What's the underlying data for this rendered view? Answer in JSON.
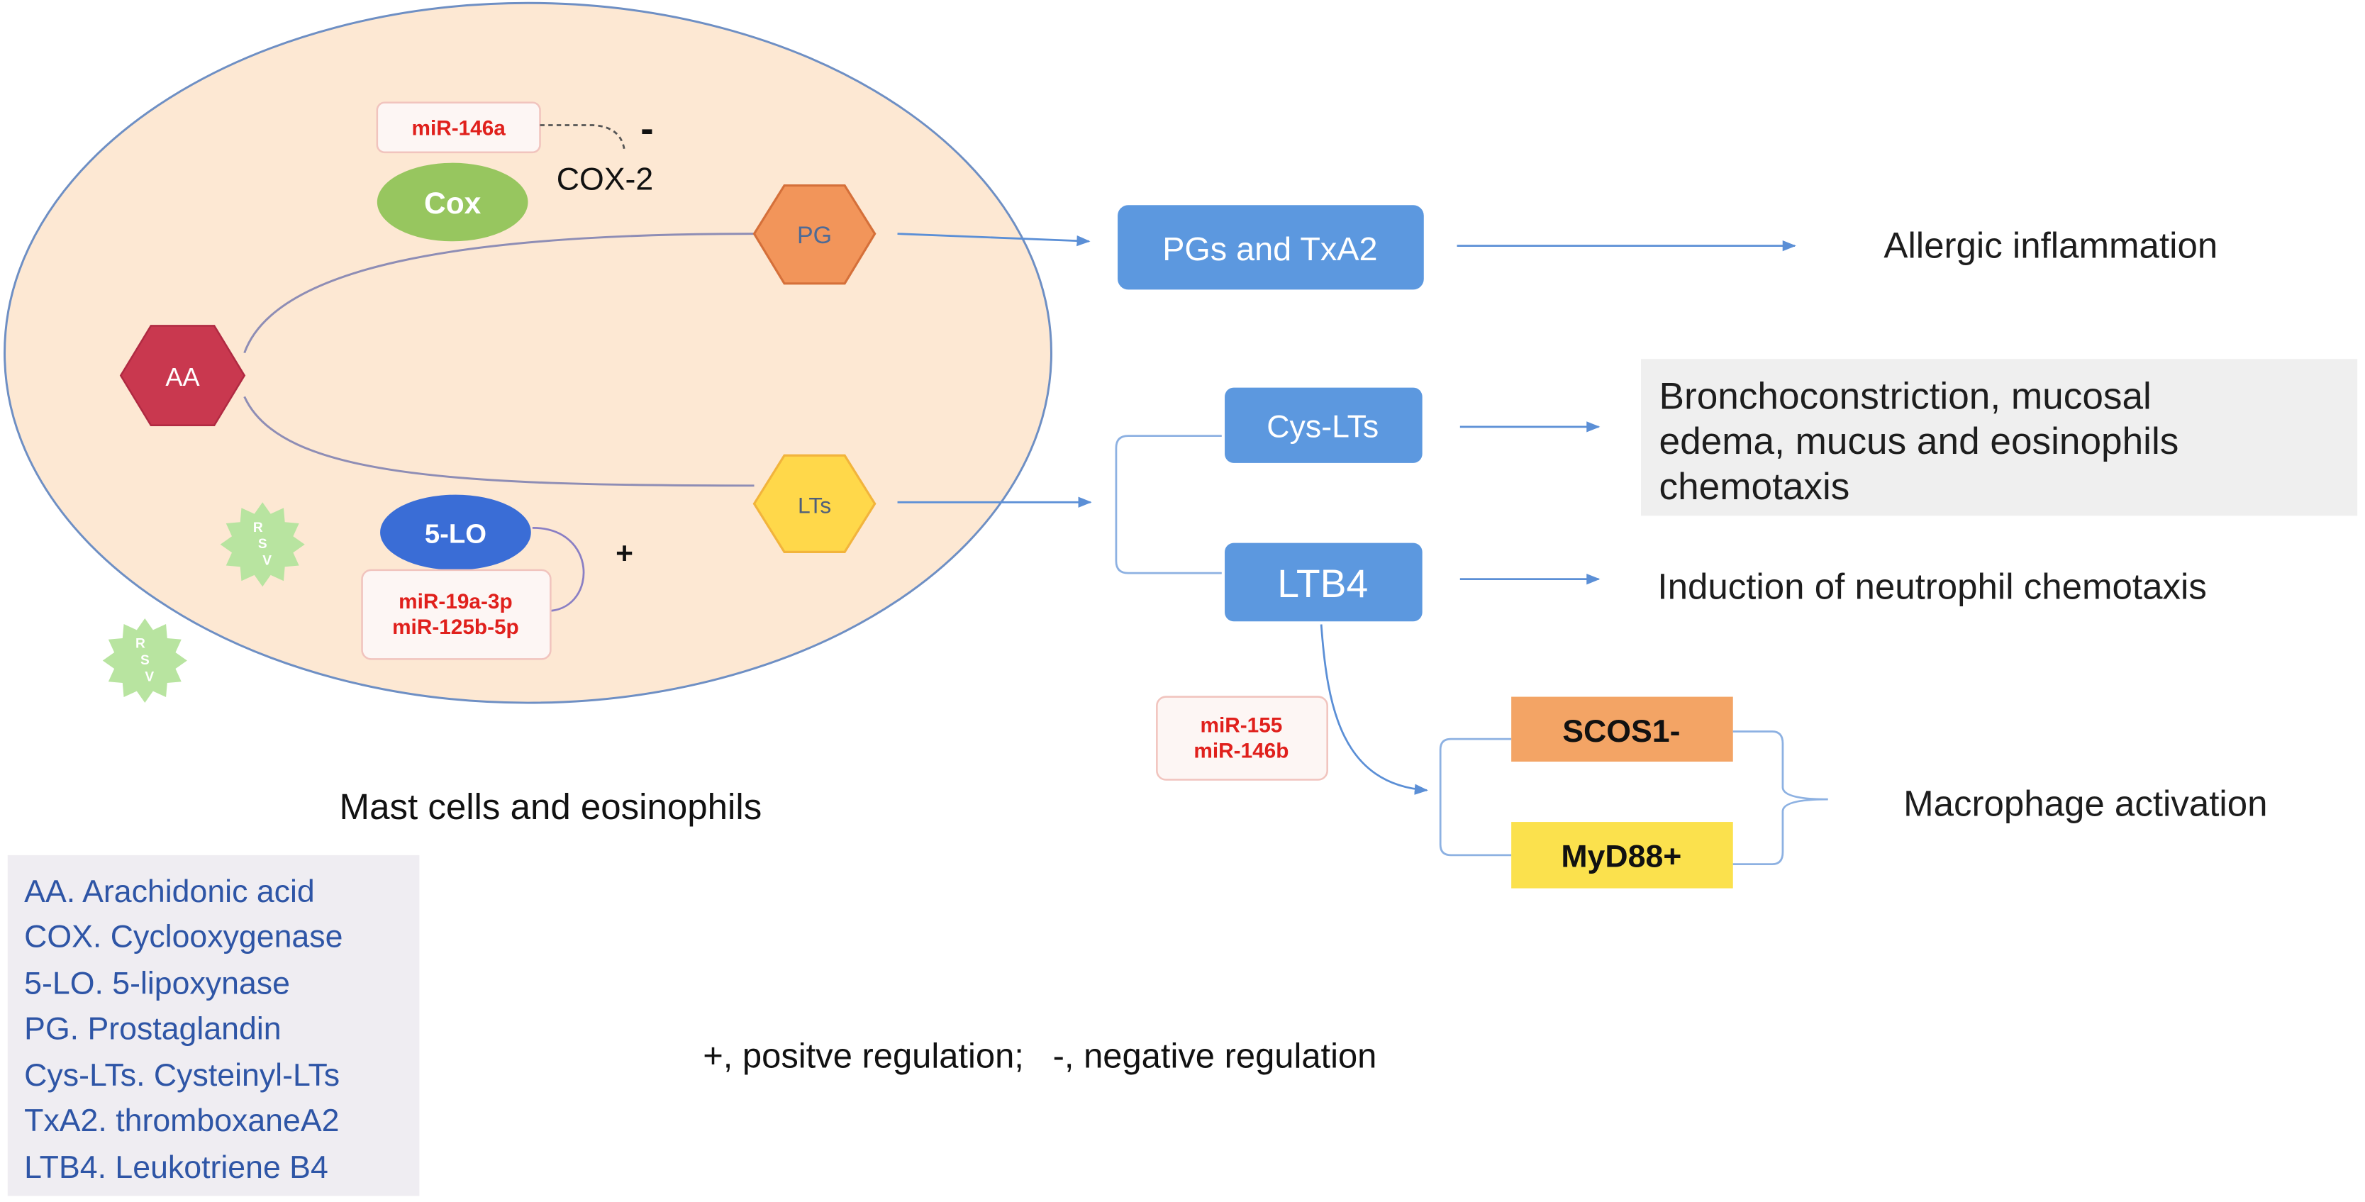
{
  "diagram": {
    "cell_label": "Mast cells and eosinophils",
    "nodes": {
      "aa": "AA",
      "pg": "PG",
      "lts": "LTs",
      "cox": "Cox",
      "cox2": "COX-2",
      "five_lo": "5-LO",
      "pgs_txa2": "PGs and TxA2",
      "cys_lts": "Cys-LTs",
      "ltb4": "LTB4",
      "scos1": "SCOS1-",
      "myd88": "MyD88+"
    },
    "mirnas": {
      "cox_regulator": [
        "miR-146a"
      ],
      "five_lo_regulators": [
        "miR-19a-3p",
        "miR-125b-5p"
      ],
      "ltb4_regulators": [
        "miR-155",
        "miR-146b"
      ]
    },
    "signs": {
      "negative": "-",
      "positive": "+"
    },
    "virus_badge": [
      "R",
      "S",
      "V"
    ],
    "outcomes": {
      "pgs_txa2": "Allergic inflammation",
      "cys_lts": [
        "Bronchoconstriction, mucosal",
        "edema, mucus and eosinophils",
        "chemotaxis"
      ],
      "ltb4": "Induction of neutrophil chemotaxis",
      "macrophage": "Macrophage activation"
    }
  },
  "legend": [
    "AA. Arachidonic acid",
    "COX. Cyclooxygenase",
    "5-LO. 5-lipoxynase",
    "PG. Prostaglandin",
    "Cys-LTs. Cysteinyl-LTs",
    "TxA2. thromboxaneA2",
    "LTB4. Leukotriene B4"
  ],
  "footnote": "+, positve regulation;   -, negative regulation",
  "colors": {
    "cell": "#FDE8D3",
    "aa": "#C9384F",
    "pg": "#F2955A",
    "lts": "#FFD84A",
    "cox": "#97C65F",
    "five_lo": "#3A6DD6",
    "mediator_box": "#5C98DF",
    "outcome_box": "#EFEFEF",
    "scos1": "#F3A465",
    "myd88": "#FBE14D",
    "virus": "#B8E4A0",
    "legend_box": "#EFEDF2"
  }
}
